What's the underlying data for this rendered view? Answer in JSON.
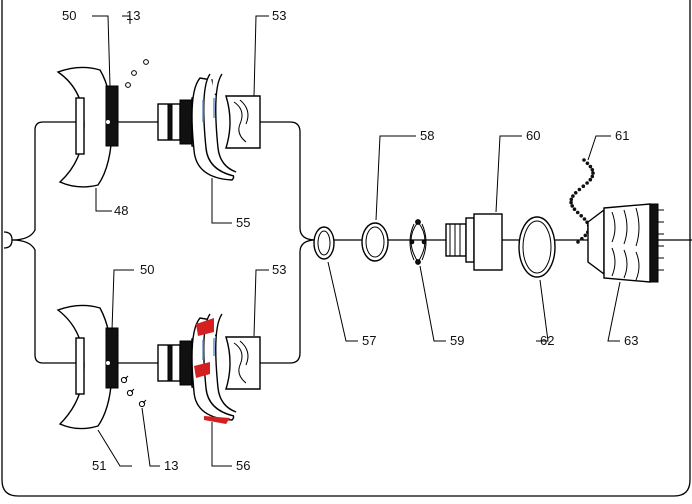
{
  "labels": {
    "l50a": "50",
    "l13a": "13",
    "l53a": "53",
    "l48": "48",
    "l55": "55",
    "l50b": "50",
    "l53b": "53",
    "l51": "51",
    "l13b": "13",
    "l56": "56",
    "l57": "57",
    "l58": "58",
    "l59": "59",
    "l60": "60",
    "l61": "61",
    "l62": "62",
    "l63": "63"
  },
  "colors": {
    "line": "#000000",
    "accent": "#d42020",
    "tape": "#6a8fc8"
  }
}
